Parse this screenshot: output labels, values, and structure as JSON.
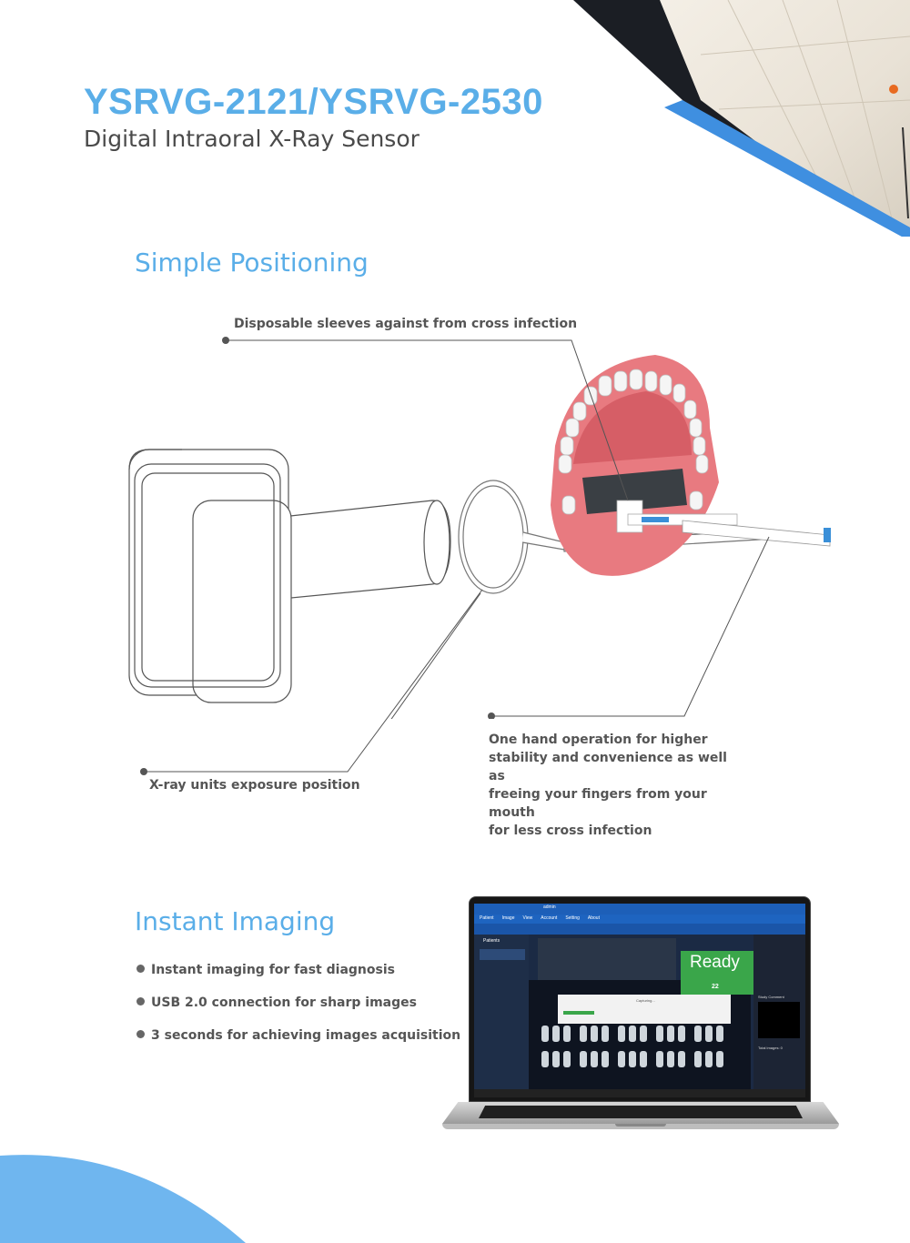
{
  "header": {
    "title": "YSRVG-2121/YSRVG-2530",
    "subtitle": "Digital Intraoral X-Ray Sensor"
  },
  "positioning": {
    "heading": "Simple Positioning",
    "callout_sleeves": "Disposable sleeves against from cross infection",
    "callout_xray": "X-ray units exposure position",
    "callout_one_hand_lines": [
      "One hand operation for higher",
      "stability and convenience as well as",
      "freeing your fingers from your mouth",
      "for less cross infection"
    ]
  },
  "imaging": {
    "heading": "Instant Imaging",
    "bullets": [
      "Instant imaging for fast diagnosis",
      "USB 2.0 connection for sharp images",
      "3 seconds for achieving images acquisition"
    ]
  },
  "laptop_screen": {
    "window_title": "admin",
    "menu": [
      "Patient",
      "Image",
      "View",
      "Account",
      "Setting",
      "About"
    ],
    "sidebar_heading": "Patients",
    "status": "Ready",
    "status_count": "22",
    "dialog_text": "Capturing...",
    "total_images_label": "Total images: 0",
    "study_label": "Study Comment"
  },
  "colors": {
    "accent_blue": "#5aaee8",
    "status_green": "#3aa64a",
    "gum_pink": "#e87a80",
    "sensor_blue": "#3a8fd8"
  }
}
